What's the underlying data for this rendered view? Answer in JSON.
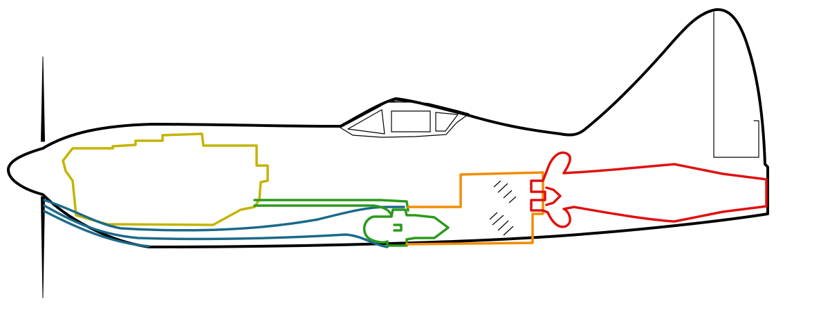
{
  "diagram": {
    "subject": "propeller-aircraft-cutaway",
    "labels": [],
    "colors": {
      "outline": "#000000",
      "engine": "#c3b400",
      "radiator_ducts": "#1a6a8a",
      "coolant_pipes": "#2a9a1a",
      "compressor_box": "#f28c00",
      "combustor_nozzle": "#e01010",
      "background": "#ffffff"
    },
    "components": [
      "propeller",
      "spinner",
      "fuselage",
      "canopy",
      "vertical-tail",
      "rudder",
      "engine-block",
      "radiator-ducts",
      "coolant-pipes",
      "compressor-section",
      "combustion-chamber",
      "exhaust-nozzle"
    ]
  }
}
